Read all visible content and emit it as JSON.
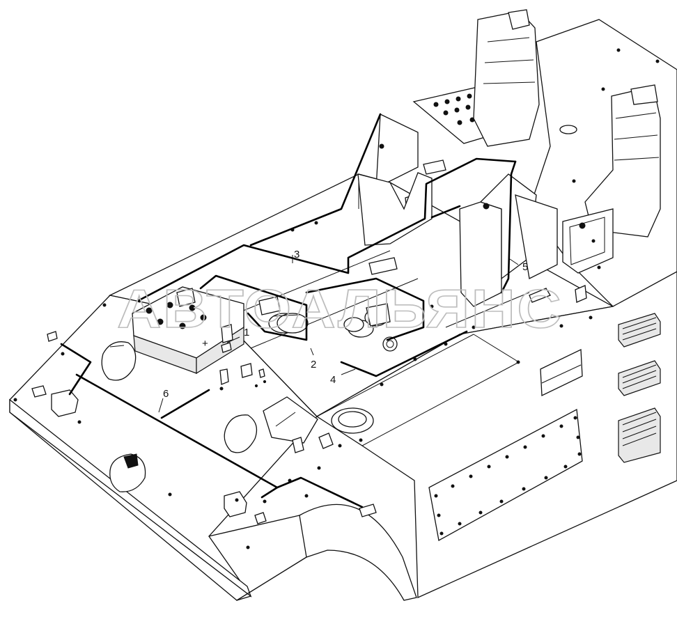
{
  "figure": {
    "watermark": "АВТОАЛЬЯНС",
    "callouts": [
      "1",
      "2",
      "3",
      "4",
      "5",
      "6"
    ],
    "sign_plus": "+"
  }
}
